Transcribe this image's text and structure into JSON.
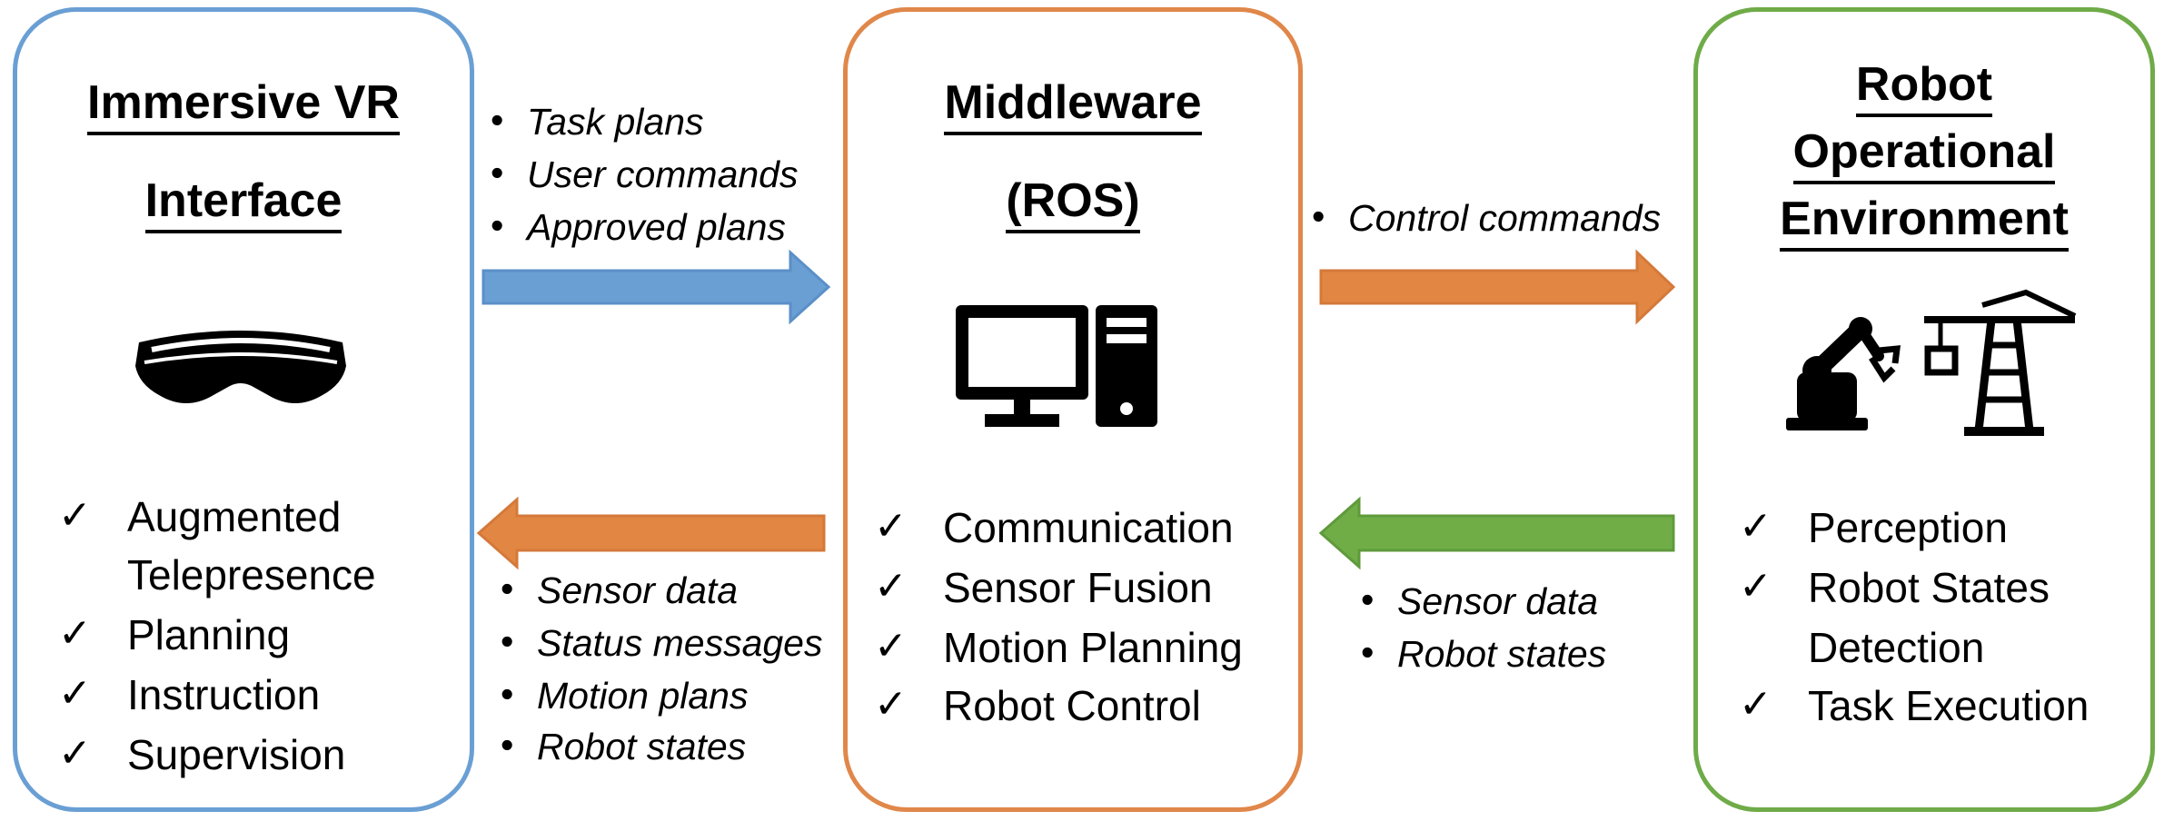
{
  "colors": {
    "blue": "#6a9fd4",
    "blue_border": "#5b8fc8",
    "orange": "#e28743",
    "orange_border": "#e0874a",
    "green": "#70ad47",
    "green_border": "#6fab48"
  },
  "vr": {
    "title_line1": "Immersive VR",
    "title_line2": "Interface",
    "icon": "vr-headset-icon",
    "items": [
      "Augmented",
      "Telepresence",
      "Planning",
      "Instruction",
      "Supervision"
    ]
  },
  "middleware": {
    "title_line1": "Middleware",
    "title_line2": "(ROS)",
    "icon": "desktop-computer-icon",
    "items": [
      "Communication",
      "Sensor Fusion",
      "Motion Planning",
      "Robot Control"
    ]
  },
  "environment": {
    "title_line1": "Robot",
    "title_line2": "Operational",
    "title_line3": "Environment",
    "icon": "robot-arm-crane-icon",
    "items": [
      "Perception",
      "Robot States",
      "Detection",
      "Task Execution"
    ]
  },
  "flows": {
    "vr_to_mw": [
      "Task plans",
      "User commands",
      "Approved plans"
    ],
    "mw_to_vr": [
      "Sensor data",
      "Status messages",
      "Motion plans",
      "Robot states"
    ],
    "mw_to_env": [
      "Control commands"
    ],
    "env_to_mw": [
      "Sensor data",
      "Robot states"
    ]
  },
  "symbols": {
    "check": "✓",
    "bullet": "•"
  }
}
